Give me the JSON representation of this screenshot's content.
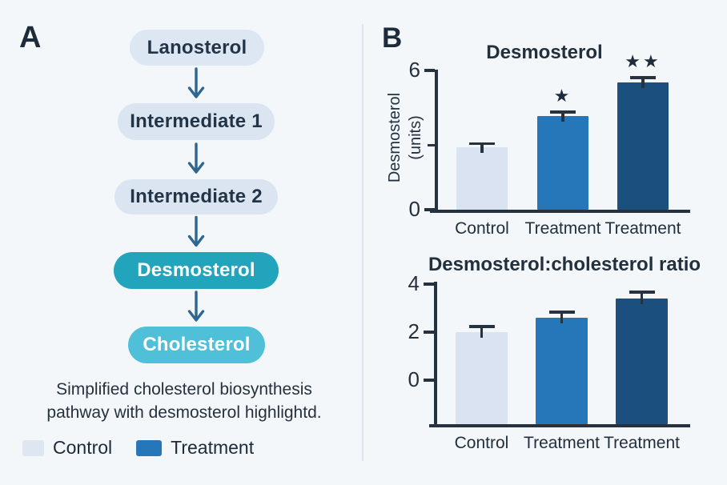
{
  "panel_a": {
    "label": "A",
    "pathway_nodes": [
      {
        "label": "Lanosterol",
        "fill": "#dde7f4",
        "text_color": "#243447"
      },
      {
        "label": "Intermediate 1",
        "fill": "#dbe4f1",
        "text_color": "#243447"
      },
      {
        "label": "Intermediate 2",
        "fill": "#dbe4f1",
        "text_color": "#243447"
      },
      {
        "label": "Desmosterol",
        "fill": "#22a4bd",
        "text_color": "#ffffff"
      },
      {
        "label": "Cholesterol",
        "fill": "#50c0d8",
        "text_color": "#ffffff"
      }
    ],
    "caption": {
      "line1": "Simplified cholesterol biosynthesis",
      "line2": "pathway with desmosterol highlightd."
    },
    "legend": {
      "items": [
        {
          "label": "Control",
          "color": "#dde6f1"
        },
        {
          "label": "Treatment",
          "color": "#2577b9"
        }
      ]
    }
  },
  "panel_b": {
    "label": "B"
  },
  "chart_data": [
    {
      "type": "bar",
      "title": "Desmosterol",
      "ylabel": "Desmosterol (units)",
      "categories": [
        "Control",
        "Treatment",
        "Treatment"
      ],
      "values": [
        2.7,
        4.05,
        5.5
      ],
      "errors": [
        0.2,
        0.22,
        0.25
      ],
      "annotations": [
        "",
        "★",
        "★★"
      ],
      "bar_colors": [
        "#d9e3f1",
        "#2577b9",
        "#1a4f7e"
      ],
      "ylim": [
        0,
        6
      ],
      "yticks": [
        0,
        6
      ],
      "grid": false,
      "legend_position": "none"
    },
    {
      "type": "bar",
      "title": "Desmosterol:cholesterol ratio",
      "ylabel": "",
      "categories": [
        "Control",
        "Treatment",
        "Treatment"
      ],
      "values": [
        2.0,
        2.6,
        3.4
      ],
      "errors": [
        0.3,
        0.3,
        0.33
      ],
      "annotations": [
        "",
        "",
        ""
      ],
      "bar_colors": [
        "#d9e3f1",
        "#2577b9",
        "#1a4f7e"
      ],
      "ylim": [
        0,
        4
      ],
      "yticks": [
        0,
        2,
        4
      ],
      "grid": false,
      "legend_position": "none"
    }
  ],
  "colors": {
    "background": "#f3f7fa",
    "divider": "#dbe4ec",
    "axis": "#26323f",
    "arrow": "#2e6690",
    "text_dark": "#222f3d",
    "bar_control": "#d9e3f1",
    "bar_treatment_mid": "#2577b9",
    "bar_treatment_dark": "#1a4f7e",
    "node_light_fill": "#dde7f4",
    "node_desmosterol_fill": "#22a4bd",
    "node_cholesterol_fill": "#50c0d8"
  }
}
